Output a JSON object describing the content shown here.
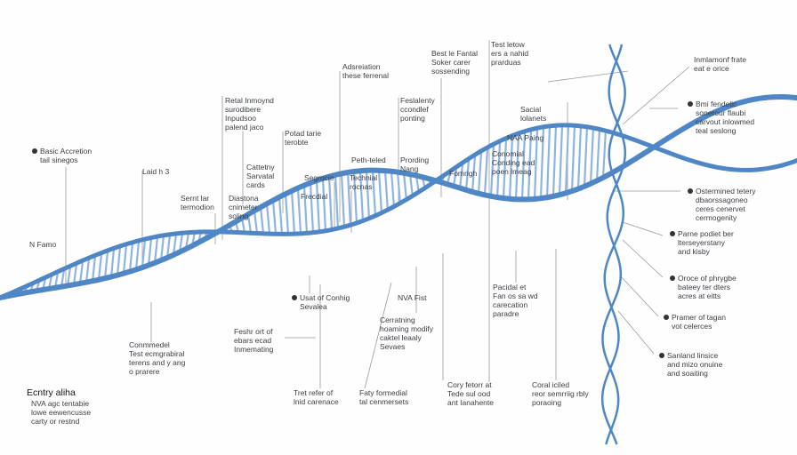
{
  "diagram": {
    "colors": {
      "strand": "#4f86c6",
      "strand_light": "#8db4e2",
      "leader": "#9a9a9a",
      "text": "#3a3e44"
    },
    "labels": [
      "Basic Accretion\ntail sinegos",
      "Laid h 3",
      "N Famo",
      "Sernt lar\ntermodion",
      "Retal Inmoynd\nsurodibere\nInpudsoo\npalend jaco",
      "Cattetny\nSarvatal\ncards",
      "Diastona\ncnimeter\nsoling",
      "Potad tarie\nterobte",
      "Segrocie",
      "Frecdial",
      "Adsreiation\nthese ferrenal",
      "Peth-teled",
      "Technial\nrocnas",
      "Feslalenty\nccondlef\nponting",
      "Prording\nNang",
      "Best le Fantal\nSoker carer\nsossending",
      "Fomrigh",
      "Test letow\ners a nahid\nprarduas",
      "Sacial\nlolanets",
      "NAA Paing",
      "Conomial\nConding ead\npoen lmeag",
      "Inmlamonf frate\neat e orice",
      "Bmi fendelic\nsonerour flaubi\ncarvout inlowmed\nteal seslong",
      "Ostermined tetery\ndbaorssagoneo\nceres cenervet\ncermogenity",
      "Parne podiet ber\nlterseyerstany\nand kisby",
      "Oroce of phrygbe\nbateey ter dters\nacres at eitts",
      "Pramer of tagan\nvot celerces",
      "Sanland linsice\nand mizo onuine\nand soaiting",
      "Usat of Conhig\nSevalea",
      "NVA Fist",
      "Feshr ort of\nebars ecad\nInmemating",
      "Cerratning\nhoaming modify\ncaktel leaaly\nSevaes",
      "Pacidal et\nFan os sa wd\ncarecation\nparadre",
      "Conmmedel\nTest ecmgrabiral\nterens and y ang\no prarere",
      "Tret refer of\nlnid carenace",
      "Faty formedial\ntal cenmersets",
      "Cory fetorr at\nTede sul ood\nant Ianahente",
      "Coral iciled\nreor semrriig rbly\nporaoing",
      "NVA agc tentabie\nlowe eewencusse\ncarty or restnd"
    ],
    "title": "Ecntry aliha"
  }
}
